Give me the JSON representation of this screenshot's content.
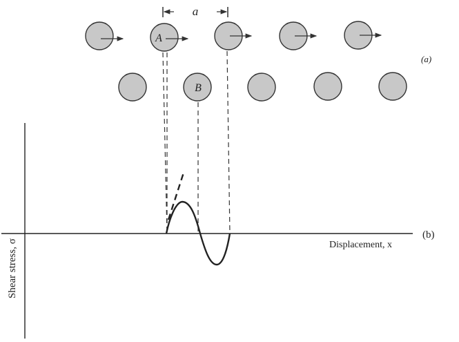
{
  "labels": {
    "spacing": "a",
    "atom_a": "A",
    "atom_b": "B",
    "panel_a": "(a)",
    "panel_b": "(b)",
    "y_axis": "Shear stress, σ",
    "x_axis": "Displacement, x"
  },
  "colors": {
    "atom_fill": "#c8c8c8",
    "line": "#222222"
  }
}
